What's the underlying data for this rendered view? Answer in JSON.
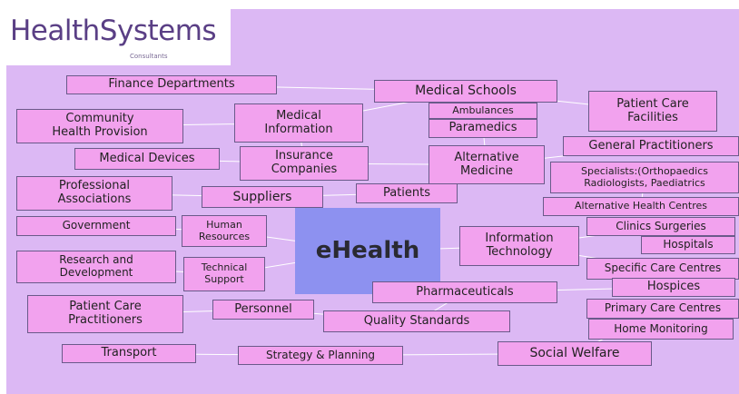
{
  "logo": {
    "title": "HealthSystems",
    "subtitle": "Consultants"
  },
  "colors": {
    "background": "#dcb8f4",
    "node_fill": "#f2a2ee",
    "node_border": "#6a5a8a",
    "center_fill": "#8d91f0",
    "link": "#ffffff"
  },
  "nodes": [
    {
      "key": "ehealth",
      "text": "eHealth"
    },
    {
      "key": "finance",
      "text": "Finance Departments"
    },
    {
      "key": "medschools",
      "text": "Medical Schools"
    },
    {
      "key": "ambulances",
      "text": "Ambulances"
    },
    {
      "key": "paramedics",
      "text": "Paramedics"
    },
    {
      "key": "patientcarefac",
      "text": "Patient Care\nFacilities"
    },
    {
      "key": "community",
      "text": "Community\nHealth Provision"
    },
    {
      "key": "medinfo",
      "text": "Medical\nInformation"
    },
    {
      "key": "genprac",
      "text": "General Practitioners"
    },
    {
      "key": "meddevices",
      "text": "Medical Devices"
    },
    {
      "key": "insurance",
      "text": "Insurance\nCompanies"
    },
    {
      "key": "altmed",
      "text": "Alternative\nMedicine"
    },
    {
      "key": "specialists",
      "text": "Specialists:(Orthopaedics\nRadiologists, Paediatrics"
    },
    {
      "key": "profassoc",
      "text": "Professional\nAssociations"
    },
    {
      "key": "suppliers",
      "text": "Suppliers"
    },
    {
      "key": "patients",
      "text": "Patients"
    },
    {
      "key": "althealth",
      "text": "Alternative Health Centres"
    },
    {
      "key": "government",
      "text": "Government"
    },
    {
      "key": "humanres",
      "text": "Human\nResources"
    },
    {
      "key": "clinics",
      "text": "Clinics Surgeries"
    },
    {
      "key": "hospitals",
      "text": "Hospitals"
    },
    {
      "key": "infotech",
      "text": "Information\nTechnology"
    },
    {
      "key": "research",
      "text": "Research and\nDevelopment"
    },
    {
      "key": "techsupport",
      "text": "Technical\nSupport"
    },
    {
      "key": "specificcare",
      "text": "Specific Care Centres"
    },
    {
      "key": "hospices",
      "text": "Hospices"
    },
    {
      "key": "pharma",
      "text": "Pharmaceuticals"
    },
    {
      "key": "patientcareprac",
      "text": "Patient Care\nPractitioners"
    },
    {
      "key": "personnel",
      "text": "Personnel"
    },
    {
      "key": "primarycare",
      "text": "Primary Care Centres"
    },
    {
      "key": "quality",
      "text": "Quality Standards"
    },
    {
      "key": "homemon",
      "text": "Home Monitoring"
    },
    {
      "key": "transport",
      "text": "Transport"
    },
    {
      "key": "strategy",
      "text": "Strategy & Planning"
    },
    {
      "key": "socialwelfare",
      "text": "Social Welfare"
    }
  ],
  "links": [
    [
      "finance",
      "medschools"
    ],
    [
      "medinfo",
      "medschools"
    ],
    [
      "medschools",
      "patientcarefac"
    ],
    [
      "community",
      "medinfo"
    ],
    [
      "medinfo",
      "insurance"
    ],
    [
      "altmed",
      "genprac"
    ],
    [
      "meddevices",
      "insurance"
    ],
    [
      "insurance",
      "altmed"
    ],
    [
      "profassoc",
      "suppliers"
    ],
    [
      "suppliers",
      "patients"
    ],
    [
      "patients",
      "altmed"
    ],
    [
      "government",
      "humanres"
    ],
    [
      "humanres",
      "ehealth"
    ],
    [
      "research",
      "techsupport"
    ],
    [
      "techsupport",
      "ehealth"
    ],
    [
      "ehealth",
      "infotech"
    ],
    [
      "ehealth",
      "pharma"
    ],
    [
      "infotech",
      "clinics"
    ],
    [
      "infotech",
      "specificcare"
    ],
    [
      "pharma",
      "hospices"
    ],
    [
      "pharma",
      "quality"
    ],
    [
      "personnel",
      "quality"
    ],
    [
      "patientcareprac",
      "personnel"
    ],
    [
      "transport",
      "strategy"
    ],
    [
      "strategy",
      "socialwelfare"
    ],
    [
      "socialwelfare",
      "primarycare"
    ],
    [
      "paramedics",
      "altmed"
    ],
    [
      "specialists",
      "althealth"
    ]
  ]
}
